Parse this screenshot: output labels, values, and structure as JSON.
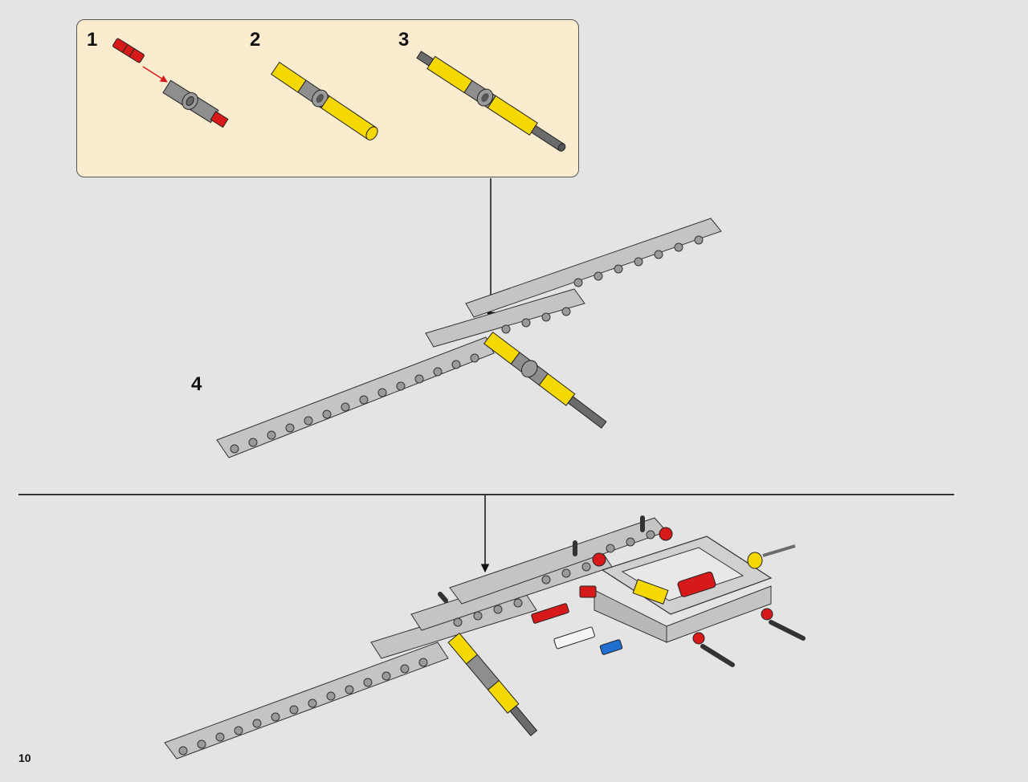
{
  "substeps": [
    {
      "number": "1"
    },
    {
      "number": "2"
    },
    {
      "number": "3"
    }
  ],
  "step": {
    "number": "4"
  },
  "page": {
    "number": "10"
  },
  "colors": {
    "background": "#e4e4e4",
    "callout": "#fbecd0",
    "beam_grey": "#c4c4c4",
    "yellow": "#f5d800",
    "red": "#d61a1a",
    "blue": "#1f6fd0",
    "dark_grey": "#6b6b6b"
  },
  "icons": [
    "red-pin-icon",
    "connector-icon",
    "yellow-axle-icon",
    "axle-assembly-icon",
    "beam-icon",
    "frame-icon",
    "arrow-icon"
  ]
}
